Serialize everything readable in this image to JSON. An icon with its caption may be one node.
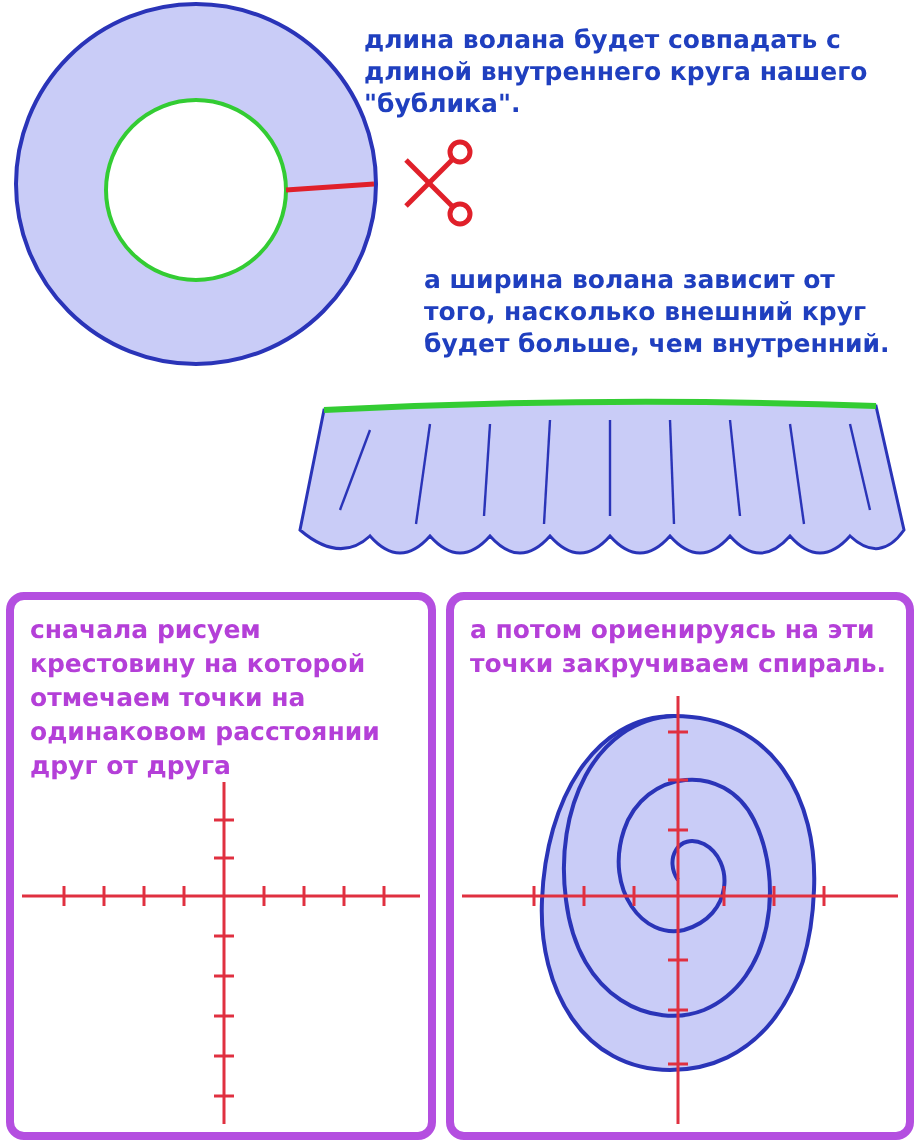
{
  "diagram": {
    "nodes": [
      {
        "text": [
          "сначала рисуем крестовину на которой отмечаем точки на одинаковом расстоянии друг от друга"
        ]
      },
      {
        "text": [
          "а потом ориенируясь на эти точки закручиваем спираль."
        ]
      }
    ],
    "labels": [
      "длина волана будет совпадать с длиной внутреннего круга нашего \"бублика\".",
      "а ширина волана зависит от того, насколько внешний круг будет больше, чем внутренний."
    ]
  }
}
